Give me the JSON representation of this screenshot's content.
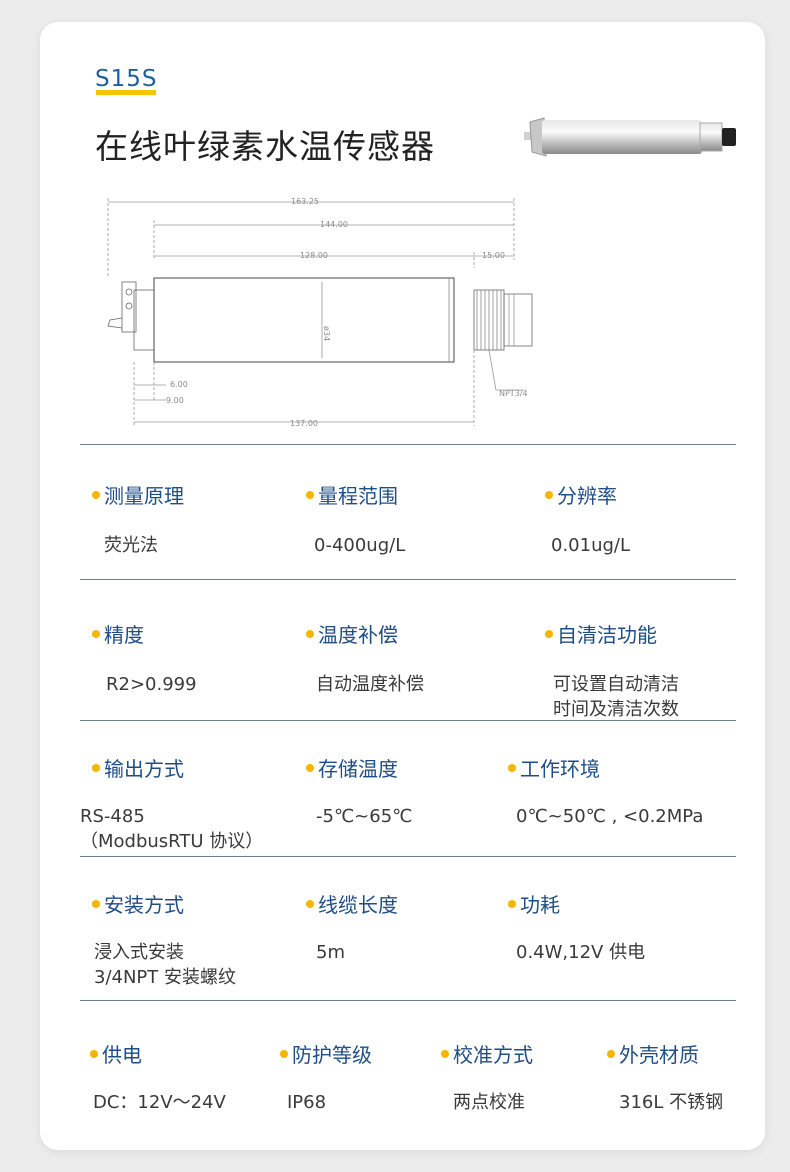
{
  "product": {
    "model": "S15S",
    "title": "在线叶绿素水温传感器"
  },
  "drawing": {
    "dim_total": "163.25",
    "dim_body_plus_thread": "144.00",
    "dim_body": "128.00",
    "dim_thread": "15.00",
    "dim_diameter": "ø34",
    "dim_thread_type": "NPT3/4",
    "dim_cable_offset_a": "6.00",
    "dim_cable_offset_b": "9.00",
    "dim_bottom": "137.00"
  },
  "specs": [
    {
      "label": "测量原理",
      "value": "荧光法"
    },
    {
      "label": "量程范围",
      "value": "0-400ug/L"
    },
    {
      "label": "分辨率",
      "value": "0.01ug/L"
    },
    {
      "label": "精度",
      "value": "R2>0.999"
    },
    {
      "label": "温度补偿",
      "value": "自动温度补偿"
    },
    {
      "label": "自清洁功能",
      "value": "可设置自动清洁\n时间及清洁次数"
    },
    {
      "label": "输出方式",
      "value": "RS-485\n（ModbusRTU 协议）"
    },
    {
      "label": "存储温度",
      "value": "-5℃~65℃"
    },
    {
      "label": "工作环境",
      "value": "0℃~50℃ , <0.2MPa"
    },
    {
      "label": "安装方式",
      "value": "浸入式安装\n3/4NPT 安装螺纹"
    },
    {
      "label": "线缆长度",
      "value": "5m"
    },
    {
      "label": "功耗",
      "value": "0.4W,12V 供电"
    },
    {
      "label": "供电",
      "value": "DC：12V～24V"
    },
    {
      "label": "防护等级",
      "value": "IP68"
    },
    {
      "label": "校准方式",
      "value": "两点校准"
    },
    {
      "label": "外壳材质",
      "value": "316L 不锈钢"
    }
  ]
}
